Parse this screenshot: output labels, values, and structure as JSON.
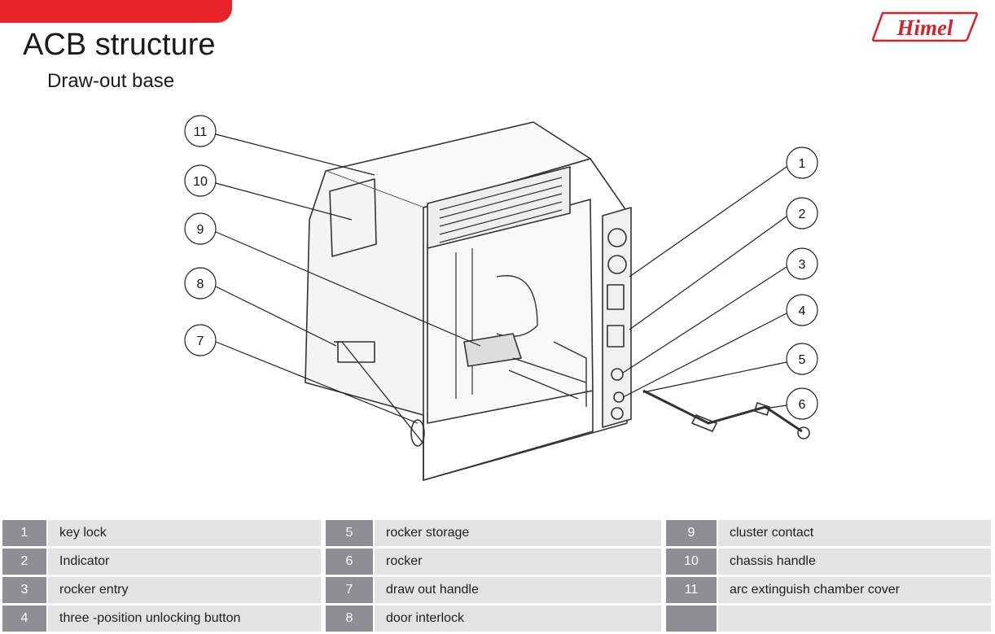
{
  "header": {
    "title": "ACB structure",
    "subtitle": "Draw-out base",
    "brand": "Himel",
    "accent_color": "#e8232a"
  },
  "callouts": [
    {
      "num": "1"
    },
    {
      "num": "2"
    },
    {
      "num": "3"
    },
    {
      "num": "4"
    },
    {
      "num": "5"
    },
    {
      "num": "6"
    },
    {
      "num": "7"
    },
    {
      "num": "8"
    },
    {
      "num": "9"
    },
    {
      "num": "10"
    },
    {
      "num": "11"
    }
  ],
  "legend": {
    "columns": [
      [
        {
          "num": "1",
          "label": "key lock"
        },
        {
          "num": "2",
          "label": "Indicator"
        },
        {
          "num": "3",
          "label": "rocker entry"
        },
        {
          "num": "4",
          "label": "three -position unlocking button"
        }
      ],
      [
        {
          "num": "5",
          "label": "rocker  storage"
        },
        {
          "num": "6",
          "label": "rocker"
        },
        {
          "num": "7",
          "label": "draw out handle"
        },
        {
          "num": "8",
          "label": "door interlock"
        }
      ],
      [
        {
          "num": "9",
          "label": "cluster contact"
        },
        {
          "num": "10",
          "label": "chassis handle"
        },
        {
          "num": "11",
          "label": "arc extinguish chamber cover"
        },
        {
          "num": "",
          "label": ""
        }
      ]
    ]
  }
}
